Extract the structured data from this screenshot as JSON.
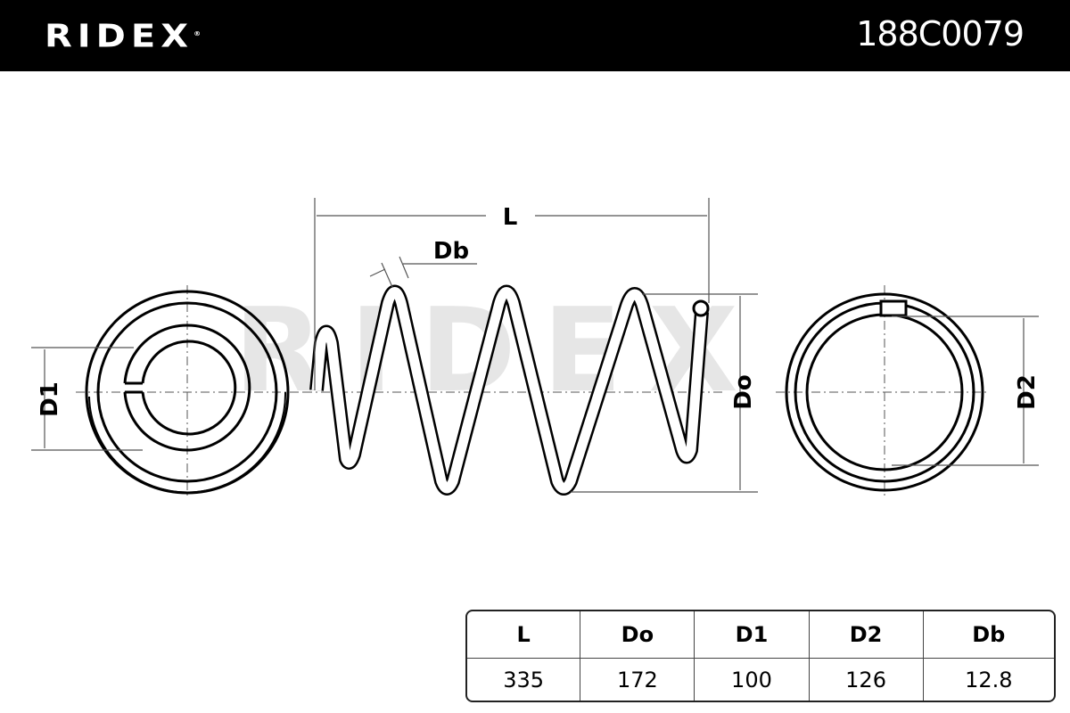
{
  "header": {
    "brand": "RIDEX",
    "registered": "®",
    "part_number": "188C0079"
  },
  "drawing": {
    "labels": {
      "L": "L",
      "Db": "Db",
      "Do": "Do",
      "D1": "D1",
      "D2": "D2"
    },
    "watermark": "RIDEX"
  },
  "table": {
    "headers": [
      "L",
      "Do",
      "D1",
      "D2",
      "Db"
    ],
    "values": [
      "335",
      "172",
      "100",
      "126",
      "12.8"
    ]
  }
}
